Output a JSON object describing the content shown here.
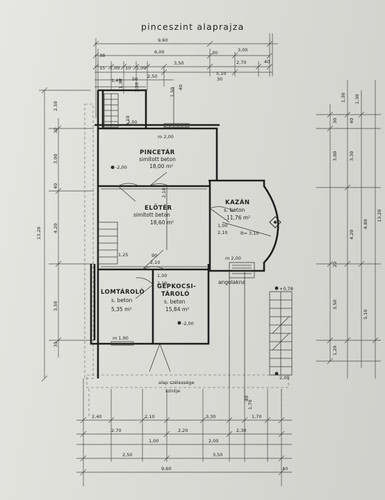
{
  "title": "pinceszint alaprajza",
  "rooms": {
    "pincetar": {
      "name": "PINCETÁR",
      "finish": "simított beton",
      "area": "18,00 m²",
      "level": "-2,00"
    },
    "eloter": {
      "name": "ELŐTÉR",
      "finish": "simított beton",
      "area": "18,60 m²"
    },
    "kazan": {
      "name": "KAZÁN",
      "finish": "s. beton",
      "area": "11,76 m²",
      "radius": "R= 3,10"
    },
    "lomtarolo": {
      "name": "LOMTÁROLÓ",
      "finish": "s. beton",
      "area": "5,35 m²"
    },
    "gepkocsi": {
      "name1": "GÉPKOCSI-",
      "name2": "TÁROLÓ",
      "finish": "s. beton",
      "area": "15,84 m²",
      "level": "-2,00"
    }
  },
  "labels": {
    "angolakna": "angolakna",
    "level_top": "-2,00",
    "level_stair": "+0,78",
    "stair_bottom": "2,00",
    "lower_note1": "alap   szélessége",
    "lower_note2": "szintje",
    "door_m1": "m  2,00",
    "door_m2": "m  2,00",
    "door_m3": "m  1,90",
    "win_a1": "1,00",
    "win_a2": "2,10",
    "win_b1": "1,00",
    "win_b2": "2,10",
    "win_c1": "90",
    "win_c2": "2,10",
    "win_d": "1,25",
    "win_e1": "1,00",
    "win_e2": "2,10",
    "win_f": "2,00",
    "win_g": "2,10",
    "win_h": "2,10",
    "cut_a": "1,70",
    "cut_b": "40",
    "cut_c": "40",
    "cut_d": "30"
  },
  "dims_top": {
    "overall": "9,60",
    "d600": "6,00",
    "d300": "3,00",
    "d350": "3,50",
    "d270": "2,70",
    "d510": "5,10",
    "d250": "2,50",
    "d145": "1,45",
    "d100a": "1,00",
    "d100b": "1,00",
    "d30": "30",
    "d40": "40",
    "d150": "1,50",
    "d130": "1,30",
    "d120": "1,20",
    "d050": "50",
    "d38": "38",
    "d10": "10",
    "d15": "15"
  },
  "dims_left": {
    "overall": "13,20",
    "d250": "2,50",
    "d300": "3,00",
    "d420": "4,20",
    "d350": "3,50",
    "d30": "30",
    "d40": "40",
    "d35": "35"
  },
  "dims_right": {
    "overall": "13,20",
    "d510": "5,10",
    "d480": "4,80",
    "d420": "4,20",
    "d350": "3,50",
    "d300": "3,00",
    "d330": "3,30",
    "d130a": "1,30",
    "d130b": "1,30",
    "d120": "1,20",
    "d40": "40",
    "d30": "30",
    "d20": "20"
  },
  "dims_bottom": {
    "overall": "9,60",
    "d250": "2,50",
    "d350": "3,50",
    "d210": "2,10",
    "d330": "3,30",
    "d240": "2,40",
    "d200": "2,00",
    "d170": "1,70",
    "d270": "2,70",
    "d220": "2,20",
    "d230": "2,30",
    "d100": "1,00",
    "d40": "40"
  }
}
